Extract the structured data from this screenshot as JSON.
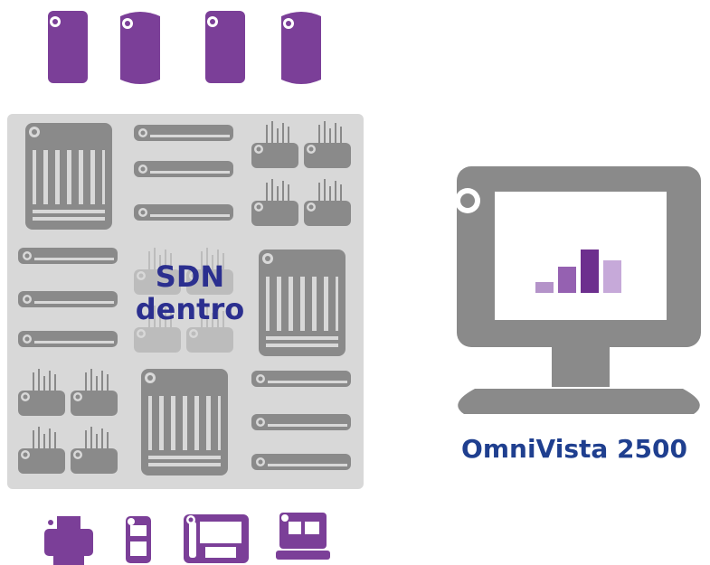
{
  "center_label_line1": "SDN",
  "center_label_line2": "dentro",
  "management_label": "OmniVista 2500",
  "colors": {
    "purple": "#7b3f98",
    "gray_device": "#8a8a8a",
    "panel_bg": "#d8d8d8",
    "label_blue": "#2b2f8f",
    "bar_light": "#b493c9",
    "bar_mid": "#9561b1",
    "bar_dark": "#6d2f8e"
  },
  "icons": {
    "top": [
      "database-icon",
      "database-icon",
      "database-icon",
      "database-icon"
    ],
    "bottom": [
      "printer-icon",
      "mobile-phone-icon",
      "desk-phone-icon",
      "video-phone-icon"
    ]
  }
}
